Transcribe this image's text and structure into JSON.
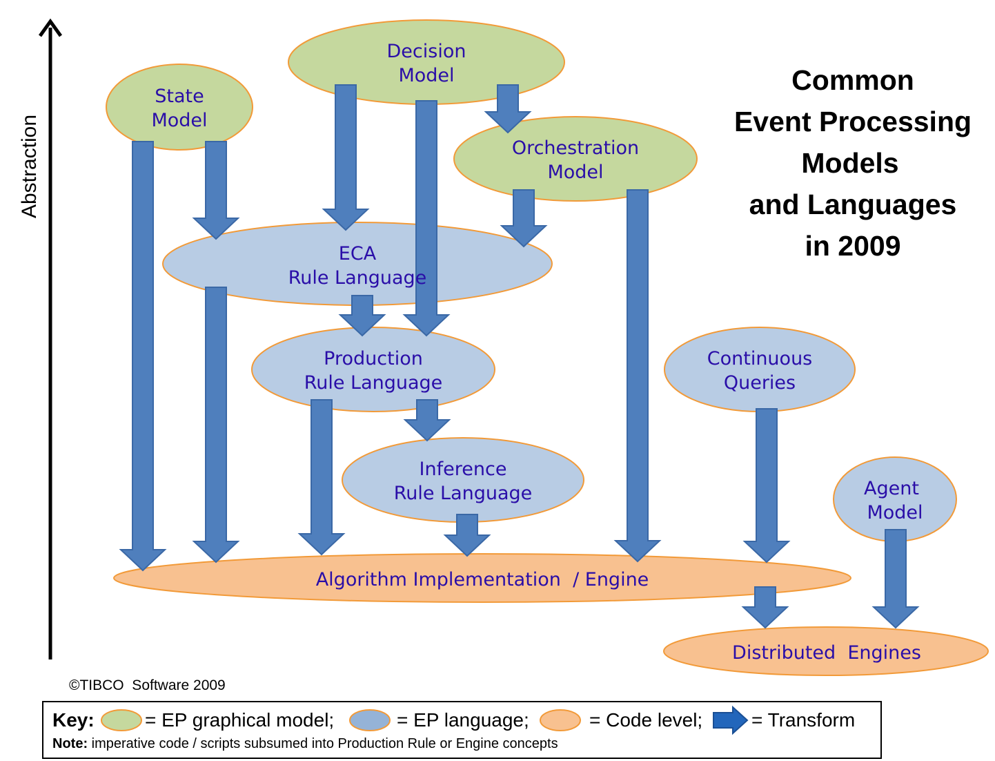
{
  "title": [
    "Common",
    "Event Processing",
    "Models",
    "and Languages",
    "in 2009"
  ],
  "axis_label": "Abstraction",
  "copyright": "©TIBCO  Software 2009",
  "colors": {
    "graphical_model": "#c5d89e",
    "language": "#b8cce4",
    "code_level": "#f8c190",
    "outline": "#f29a38",
    "arrow": "#4f7fbd",
    "arrow_stroke": "#3a68a6",
    "label": "#2a0ea8"
  },
  "nodes": {
    "state_model": [
      "State",
      "Model"
    ],
    "decision_model": [
      "Decision",
      "Model"
    ],
    "orchestration_model": [
      "Orchestration",
      "Model"
    ],
    "eca_rule_language": [
      "ECA",
      "Rule Language"
    ],
    "production_rule_language": [
      "Production",
      "Rule Language"
    ],
    "inference_rule_language": [
      "Inference",
      "Rule Language"
    ],
    "continuous_queries": [
      "Continuous",
      "Queries"
    ],
    "agent_model": [
      "Agent",
      "Model"
    ],
    "algorithm_engine": [
      "Algorithm Implementation  / Engine"
    ],
    "distributed_engines": [
      "Distributed  Engines"
    ]
  },
  "edges": [
    {
      "from": "State Model",
      "to": "Algorithm Implementation / Engine"
    },
    {
      "from": "State Model",
      "to": "ECA Rule Language"
    },
    {
      "from": "Decision Model",
      "to": "ECA Rule Language"
    },
    {
      "from": "Decision Model",
      "to": "Production Rule Language"
    },
    {
      "from": "Decision Model",
      "to": "Orchestration Model"
    },
    {
      "from": "Orchestration Model",
      "to": "ECA Rule Language"
    },
    {
      "from": "Orchestration Model",
      "to": "Algorithm Implementation / Engine"
    },
    {
      "from": "ECA Rule Language",
      "to": "Algorithm Implementation / Engine"
    },
    {
      "from": "ECA Rule Language",
      "to": "Production Rule Language"
    },
    {
      "from": "Production Rule Language",
      "to": "Algorithm Implementation / Engine"
    },
    {
      "from": "Production Rule Language",
      "to": "Inference Rule Language"
    },
    {
      "from": "Inference Rule Language",
      "to": "Algorithm Implementation / Engine"
    },
    {
      "from": "Continuous Queries",
      "to": "Algorithm Implementation / Engine"
    },
    {
      "from": "Algorithm Implementation / Engine",
      "to": "Distributed Engines"
    },
    {
      "from": "Agent Model",
      "to": "Distributed Engines"
    }
  ],
  "key": {
    "label": "Key:",
    "graphical_model": "= EP graphical model;",
    "language": "= EP language;",
    "code_level": "= Code level;",
    "transform": "= Transform",
    "note_label": "Note:",
    "note_text": " imperative code / scripts subsumed into Production Rule or Engine concepts"
  }
}
